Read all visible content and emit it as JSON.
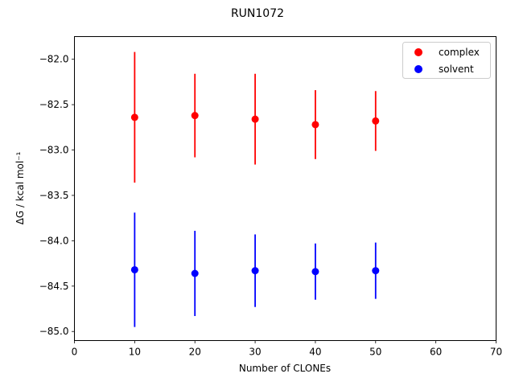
{
  "chart_data": {
    "type": "scatter",
    "title": "RUN1072",
    "xlabel": "Number of CLONEs",
    "ylabel": "ΔG / kcal mol⁻¹",
    "xlim": [
      0,
      70
    ],
    "ylim": [
      -85.1,
      -81.75
    ],
    "xticks": [
      0,
      10,
      20,
      30,
      40,
      50,
      60,
      70
    ],
    "yticks": [
      -82.0,
      -82.5,
      -83.0,
      -83.5,
      -84.0,
      -84.5,
      -85.0
    ],
    "xtick_labels": [
      "0",
      "10",
      "20",
      "30",
      "40",
      "50",
      "60",
      "70"
    ],
    "ytick_labels": [
      "−82.0",
      "−82.5",
      "−83.0",
      "−83.5",
      "−84.0",
      "−84.5",
      "−85.0"
    ],
    "grid": false,
    "legend_position": "top-right",
    "x": [
      10,
      20,
      30,
      40,
      50
    ],
    "series": [
      {
        "name": "complex",
        "color": "#ff0000",
        "values": [
          -82.64,
          -82.62,
          -82.66,
          -82.72,
          -82.68
        ],
        "errors": [
          0.72,
          0.46,
          0.5,
          0.38,
          0.33
        ]
      },
      {
        "name": "solvent",
        "color": "#0000ff",
        "values": [
          -84.32,
          -84.36,
          -84.33,
          -84.34,
          -84.33
        ],
        "errors": [
          0.63,
          0.47,
          0.4,
          0.31,
          0.31
        ]
      }
    ]
  }
}
